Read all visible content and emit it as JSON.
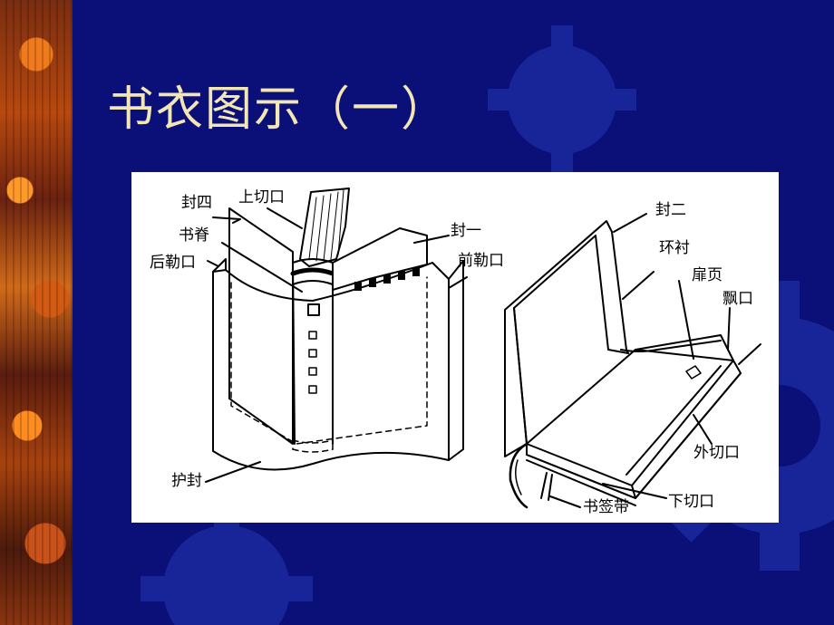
{
  "title": "书衣图示（一）",
  "colors": {
    "background": "#0b0f78",
    "title": "#f2e6b4",
    "panel": "#ffffff",
    "gear": "#1b2aa0"
  },
  "labels": {
    "feng_si": "封四",
    "shang_qie_kou": "上切口",
    "shu_ji": "书脊",
    "hou_le_kou": "后勒口",
    "feng_yi": "封一",
    "qian_le_kou": "前勒口",
    "hu_feng": "护封",
    "feng_er": "封二",
    "huan_chen": "环衬",
    "fei_ye": "扉页",
    "piao_kou": "飘口",
    "wai_qie_kou": "外切口",
    "xia_qie_kou": "下切口",
    "shu_qian_dai": "书签带"
  }
}
